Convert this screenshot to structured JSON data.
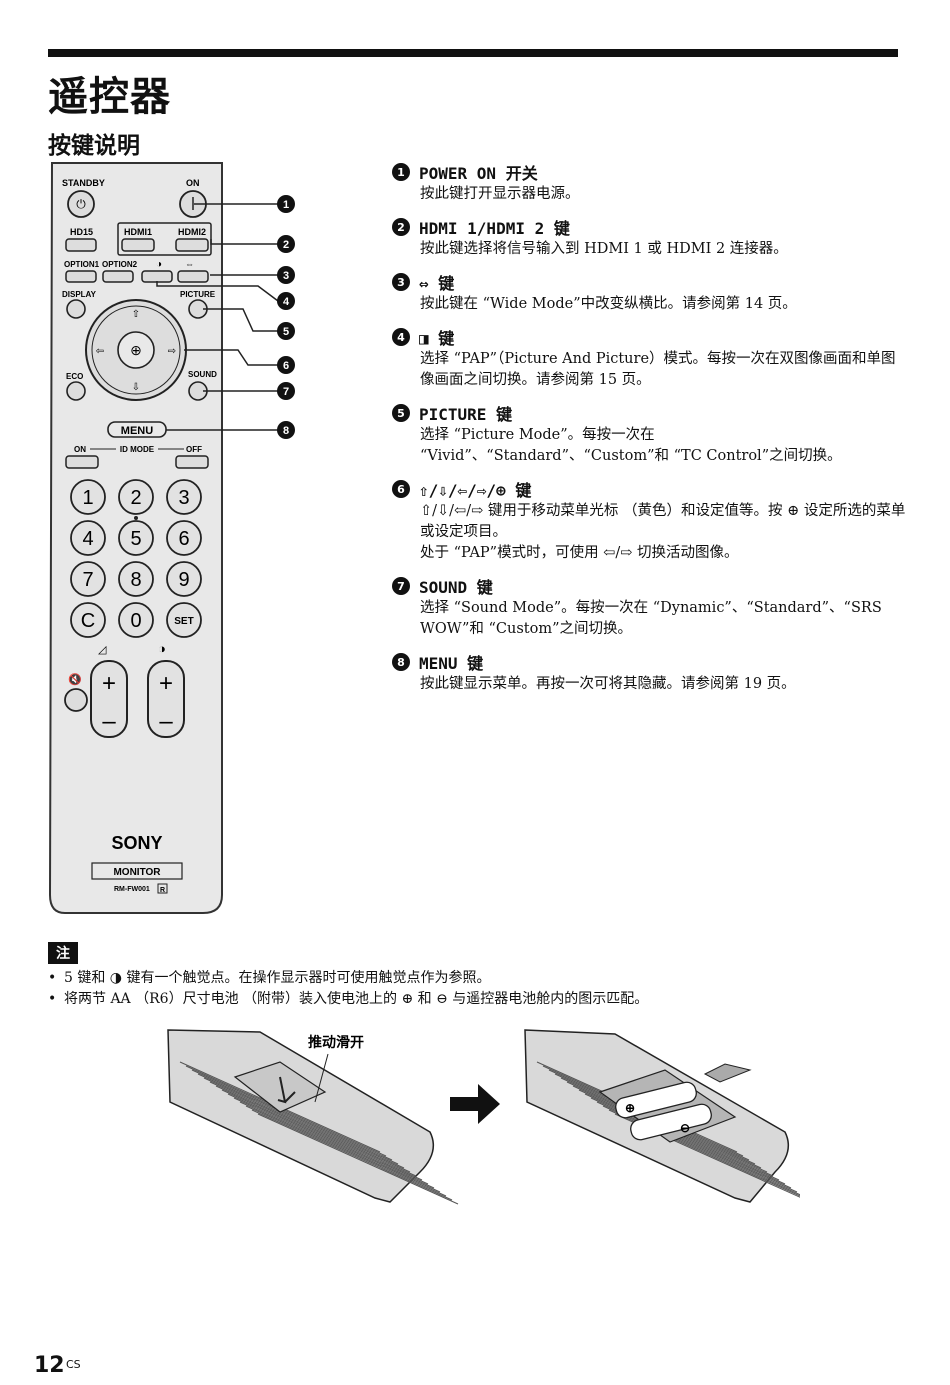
{
  "page": {
    "title": "遥控器",
    "subtitle": "按键说明",
    "number": "12",
    "number_suffix": "CS"
  },
  "remote": {
    "labels": {
      "standby": "STANDBY",
      "on": "ON",
      "hd15": "HD15",
      "hdmi1": "HDMI1",
      "hdmi2": "HDMI2",
      "option1": "OPTION1",
      "option2": "OPTION2",
      "display": "DISPLAY",
      "picture": "PICTURE",
      "eco": "ECO",
      "sound": "SOUND",
      "menu": "MENU",
      "id_on": "ON",
      "id_mode": "ID MODE",
      "id_off": "OFF",
      "brand": "SONY",
      "model_label": "MONITOR",
      "model_code": "RM-FW001",
      "r_mark": "R"
    },
    "keys": [
      "1",
      "2",
      "3",
      "4",
      "5",
      "6",
      "7",
      "8",
      "9",
      "C",
      "0",
      "SET"
    ],
    "callouts": [
      "1",
      "2",
      "3",
      "4",
      "5",
      "6",
      "7",
      "8"
    ]
  },
  "items": [
    {
      "num": "1",
      "title": "POWER ON 开关",
      "lines": [
        "按此键打开显示器电源。"
      ]
    },
    {
      "num": "2",
      "title": "HDMI 1/HDMI 2 键",
      "lines": [
        "按此键选择将信号输入到 HDMI 1 或 HDMI 2 连接器。"
      ]
    },
    {
      "num": "3",
      "title": "⇔ 键",
      "lines": [
        "按此键在 “Wide Mode”中改变纵横比。请参阅第 14 页。"
      ]
    },
    {
      "num": "4",
      "title": "◨ 键",
      "lines": [
        "选择 “PAP”（Picture And Picture）模式。每按一次在双图像画面和单图像画面之间切换。请参阅第 15 页。"
      ]
    },
    {
      "num": "5",
      "title": "PICTURE 键",
      "lines": [
        "选择 “Picture Mode”。每按一次在 “Vivid”、“Standard”、“Custom”和 “TC Control”之间切换。"
      ]
    },
    {
      "num": "6",
      "title": "⇧/⇩/⇦/⇨/⊕ 键",
      "lines": [
        "⇧/⇩/⇦/⇨ 键用于移动菜单光标 （黄色）和设定值等。按 ⊕ 设定所选的菜单或设定项目。",
        "处于 “PAP”模式时，可使用 ⇦/⇨ 切换活动图像。"
      ]
    },
    {
      "num": "7",
      "title": "SOUND 键",
      "lines": [
        "选择 “Sound Mode”。每按一次在 “Dynamic”、“Standard”、“SRS WOW”和 “Custom”之间切换。"
      ]
    },
    {
      "num": "8",
      "title": "MENU 键",
      "lines": [
        "按此键显示菜单。再按一次可将其隐藏。请参阅第 19 页。"
      ]
    }
  ],
  "note": {
    "tag": "注",
    "bullets": [
      "5 键和 ◑ 键有一个触觉点。在操作显示器时可使用触觉点作为参照。",
      "将两节 AA （R6）尺寸电池 （附带）装入使电池上的 ⊕ 和 ⊖ 与遥控器电池舱内的图示匹配。"
    ]
  },
  "illustration": {
    "slide_label": "推动滑开"
  }
}
